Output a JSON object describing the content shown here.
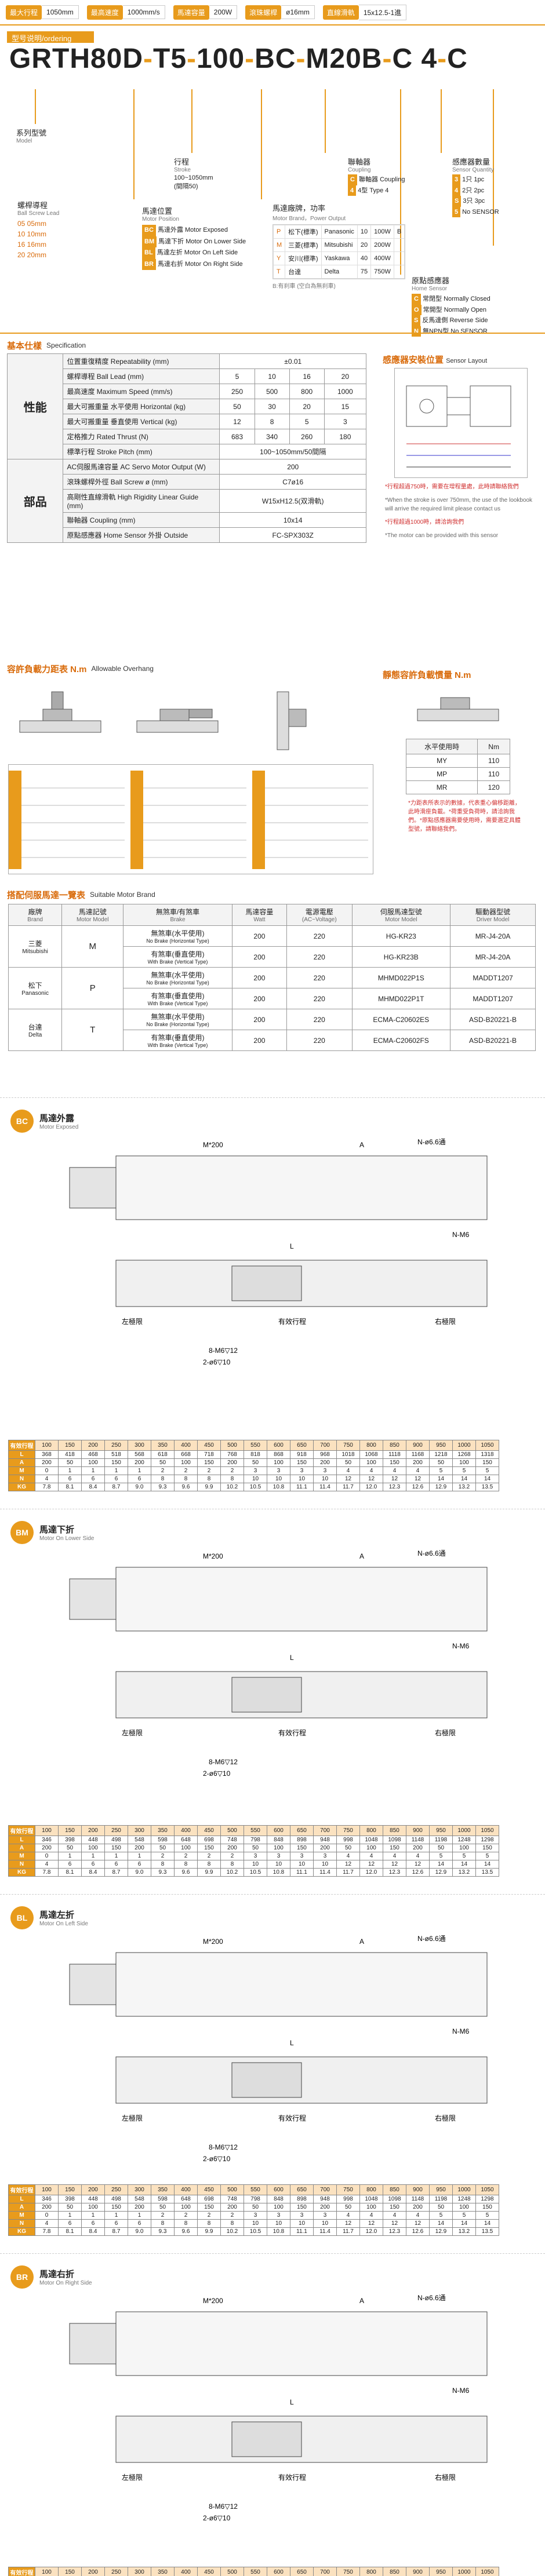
{
  "specbar": [
    {
      "k": "最大行程",
      "v": "1050mm"
    },
    {
      "k": "最高速度",
      "v": "1000mm/s"
    },
    {
      "k": "馬達容量",
      "v": "200W"
    },
    {
      "k": "滾珠螺桿",
      "v": "ø16mm"
    },
    {
      "k": "直線滑軌",
      "v": "15x12.5-1進"
    }
  ],
  "ordering": {
    "title": "型号说明/ordering method",
    "model": [
      "GRTH80D",
      "T5",
      "100",
      "BC",
      "M20B",
      "C",
      "4",
      "C"
    ],
    "labels": {
      "model_cn": "系列型號",
      "model_en": "Model",
      "lead_cn": "螺桿導程",
      "lead_en": "Ball Screw Lead",
      "leads": [
        "05 05mm",
        "10 10mm",
        "16 16mm",
        "20 20mm"
      ],
      "stroke_cn": "行程",
      "stroke_en": "Stroke",
      "stroke_range": "100~1050mm",
      "stroke_unit": "(間隔50)",
      "motorpos_cn": "馬達位置",
      "motorpos_en": "Motor Position",
      "motorpos": [
        [
          "BC",
          "馬達外露",
          "Motor Exposed"
        ],
        [
          "BM",
          "馬達下折",
          "Motor On Lower Side"
        ],
        [
          "BL",
          "馬達左折",
          "Motor On Left Side"
        ],
        [
          "BR",
          "馬達右折",
          "Motor On Right Side"
        ]
      ],
      "brand_cn": "馬達廠牌，功率",
      "brand_en": "Motor Brand，Power Output",
      "brands": [
        [
          "P",
          "松下(標準)",
          "Panasonic",
          "10",
          "100W",
          "B"
        ],
        [
          "M",
          "三菱(標準)",
          "Mitsubishi",
          "20",
          "200W",
          ""
        ],
        [
          "Y",
          "安川(標準)",
          "Yaskawa",
          "40",
          "400W",
          ""
        ],
        [
          "T",
          "台達",
          "Delta",
          "75",
          "750W",
          ""
        ]
      ],
      "brake_note": "B:有刹車 (空白為無刹車)",
      "sensor_cn": "原點感應器",
      "sensor_en": "Home Sensor",
      "sensors": [
        [
          "C",
          "常閉型",
          "Normally Closed"
        ],
        [
          "O",
          "常開型",
          "Normally Open"
        ],
        [
          "S",
          "反馬達側",
          "Reverse Side"
        ],
        [
          "N",
          "無NPN型",
          "No SENSOR"
        ]
      ],
      "coupling_cn": "聯軸器",
      "coupling_en": "Coupling",
      "couplings": [
        [
          "C",
          "聯軸器",
          "Coupling"
        ],
        [
          "4",
          "4型",
          "Type 4"
        ]
      ],
      "sensorqty_cn": "感應器數量",
      "sensorqty_en": "Sensor Quantity",
      "sensorqty": [
        [
          "3",
          "1只 1pc"
        ],
        [
          "4",
          "2只 2pc"
        ],
        [
          "S",
          "3只 3pc"
        ],
        [
          "5",
          "No SENSOR"
        ]
      ]
    }
  },
  "spec": {
    "title": "基本仕樣",
    "title_en": "Specification",
    "group1": "性能",
    "group2": "部品",
    "rows": [
      [
        "位置重復精度 Repeatability (mm)",
        "±0.01"
      ],
      [
        "螺桿導程 Ball Lead (mm)",
        "5",
        "10",
        "16",
        "20"
      ],
      [
        "最高速度 Maximum Speed (mm/s)",
        "250",
        "500",
        "800",
        "1000"
      ],
      [
        "最大可搬重量 水平使用 Horizontal (kg)",
        "50",
        "30",
        "20",
        "15"
      ],
      [
        "最大可搬重量 垂直使用 Vertical (kg)",
        "12",
        "8",
        "5",
        "3"
      ],
      [
        "定格推力 Rated Thrust (N)",
        "683",
        "340",
        "260",
        "180"
      ],
      [
        "標準行程 Stroke Pitch (mm)",
        "100~1050mm/50間隔"
      ],
      [
        "AC伺服馬達容量 AC Servo Motor Output (W)",
        "200"
      ],
      [
        "滾珠螺桿外徑 Ball Screw ø (mm)",
        "C7ø16"
      ],
      [
        "高剛性直線滑軌 High Rigidity Linear Guide (mm)",
        "W15xH12.5(双滑軌)"
      ],
      [
        "聯軸器 Coupling (mm)",
        "10x14"
      ],
      [
        "原點感應器 Home Sensor 外掛 Outside",
        "FC-SPX303Z"
      ]
    ],
    "sensor_layout_title": "感應器安裝位置",
    "sensor_layout_en": "Sensor Layout",
    "note_red": "*行程超過750時，需要在增程量處，此時請聯絡我們",
    "note_red_en": "*When the stroke is over 750mm, the use of the lookbook will arrive the required limit please contact us",
    "note_gray": "*行程超過1000時，請洽詢我們",
    "note_gray_en": "*The motor can be provided with this sensor"
  },
  "overhang": {
    "title": "容許負載力距表 N.m",
    "title_en": "Allowable Overhang",
    "moment_title": "靜態容許負載慣量 N.m",
    "moment_rows": [
      [
        "MY",
        "110"
      ],
      [
        "MP",
        "110"
      ],
      [
        "MR",
        "120"
      ]
    ],
    "moment_head": [
      "水平使用時",
      "Nm"
    ],
    "notes": "*力距表所表示的數據，代表重心偏移距離，此時滑座負載。*荷重受負荷時，請洽詢我們。*原點感應器需要使用時，需要選定具體型號，請聯絡我們。"
  },
  "motors": {
    "title": "搭配伺服馬達一覽表",
    "title_en": "Suitable Motor Brand",
    "headers": [
      [
        "廠牌",
        "Brand"
      ],
      [
        "馬達記號",
        "Motor Model"
      ],
      [
        "無煞車/有煞車",
        "Brake"
      ],
      [
        "馬達容量",
        "Watt"
      ],
      [
        "電源電壓",
        "(AC~Voltage)"
      ],
      [
        "伺服馬達型號",
        "Motor Model"
      ],
      [
        "驅動器型號",
        "Driver Model"
      ]
    ],
    "rows": [
      [
        "三菱",
        "Mitsubishi",
        "M",
        "無煞車(水平使用)",
        "No Brake (Horizontal Type)",
        "200",
        "220",
        "HG-KR23",
        "MR-J4-20A"
      ],
      [
        "",
        "",
        "",
        "有煞車(垂直使用)",
        "With Brake (Vertical Type)",
        "200",
        "220",
        "HG-KR23B",
        "MR-J4-20A"
      ],
      [
        "松下",
        "Panasonic",
        "P",
        "無煞車(水平使用)",
        "No Brake (Horizontal Type)",
        "200",
        "220",
        "MHMD022P1S",
        "MADDT1207"
      ],
      [
        "",
        "",
        "",
        "有煞車(垂直使用)",
        "With Brake (Vertical Type)",
        "200",
        "220",
        "MHMD022P1T",
        "MADDT1207"
      ],
      [
        "台達",
        "Delta",
        "T",
        "無煞車(水平使用)",
        "No Brake (Horizontal Type)",
        "200",
        "220",
        "ECMA-C20602ES",
        "ASD-B20221-B"
      ],
      [
        "",
        "",
        "",
        "有煞車(垂直使用)",
        "With Brake (Vertical Type)",
        "200",
        "220",
        "ECMA-C20602FS",
        "ASD-B20221-B"
      ]
    ]
  },
  "drawings": [
    {
      "badge": "BC",
      "t1": "馬達外露",
      "t2": "Motor Exposed"
    },
    {
      "badge": "BM",
      "t1": "馬達下折",
      "t2": "Motor On Lower Side"
    },
    {
      "badge": "BL",
      "t1": "馬達左折",
      "t2": "Motor On Left Side"
    },
    {
      "badge": "BR",
      "t1": "馬達右折",
      "t2": "Motor On Right Side"
    }
  ],
  "dims": {
    "labels": [
      "M*200",
      "A",
      "N-ø6.6通",
      "N-M6",
      "L",
      "左極限",
      "有效行程",
      "右極限",
      "8-M6▽12",
      "2-ø6▽10"
    ],
    "stroke": [
      "有效行程",
      "100",
      "150",
      "200",
      "250",
      "300",
      "350",
      "400",
      "450",
      "500",
      "550",
      "600",
      "650",
      "700",
      "750",
      "800",
      "850",
      "900",
      "950",
      "1000",
      "1050"
    ],
    "L_bc": [
      "L",
      "368",
      "418",
      "468",
      "518",
      "568",
      "618",
      "668",
      "718",
      "768",
      "818",
      "868",
      "918",
      "968",
      "1018",
      "1068",
      "1118",
      "1168",
      "1218",
      "1268",
      "1318"
    ],
    "L_other": [
      "L",
      "346",
      "398",
      "448",
      "498",
      "548",
      "598",
      "648",
      "698",
      "748",
      "798",
      "848",
      "898",
      "948",
      "998",
      "1048",
      "1098",
      "1148",
      "1198",
      "1248",
      "1298"
    ],
    "A": [
      "A",
      "200",
      "50",
      "100",
      "150",
      "200",
      "50",
      "100",
      "150",
      "200",
      "50",
      "100",
      "150",
      "200",
      "50",
      "100",
      "150",
      "200",
      "50",
      "100",
      "150"
    ],
    "M": [
      "M",
      "0",
      "1",
      "1",
      "1",
      "1",
      "2",
      "2",
      "2",
      "2",
      "3",
      "3",
      "3",
      "3",
      "4",
      "4",
      "4",
      "4",
      "5",
      "5",
      "5"
    ],
    "N": [
      "N",
      "4",
      "6",
      "6",
      "6",
      "6",
      "8",
      "8",
      "8",
      "8",
      "10",
      "10",
      "10",
      "10",
      "12",
      "12",
      "12",
      "12",
      "14",
      "14",
      "14"
    ],
    "KG": [
      "KG",
      "7.8",
      "8.1",
      "8.4",
      "8.7",
      "9.0",
      "9.3",
      "9.6",
      "9.9",
      "10.2",
      "10.5",
      "10.8",
      "11.1",
      "11.4",
      "11.7",
      "12.0",
      "12.3",
      "12.6",
      "12.9",
      "13.2",
      "13.5"
    ]
  }
}
